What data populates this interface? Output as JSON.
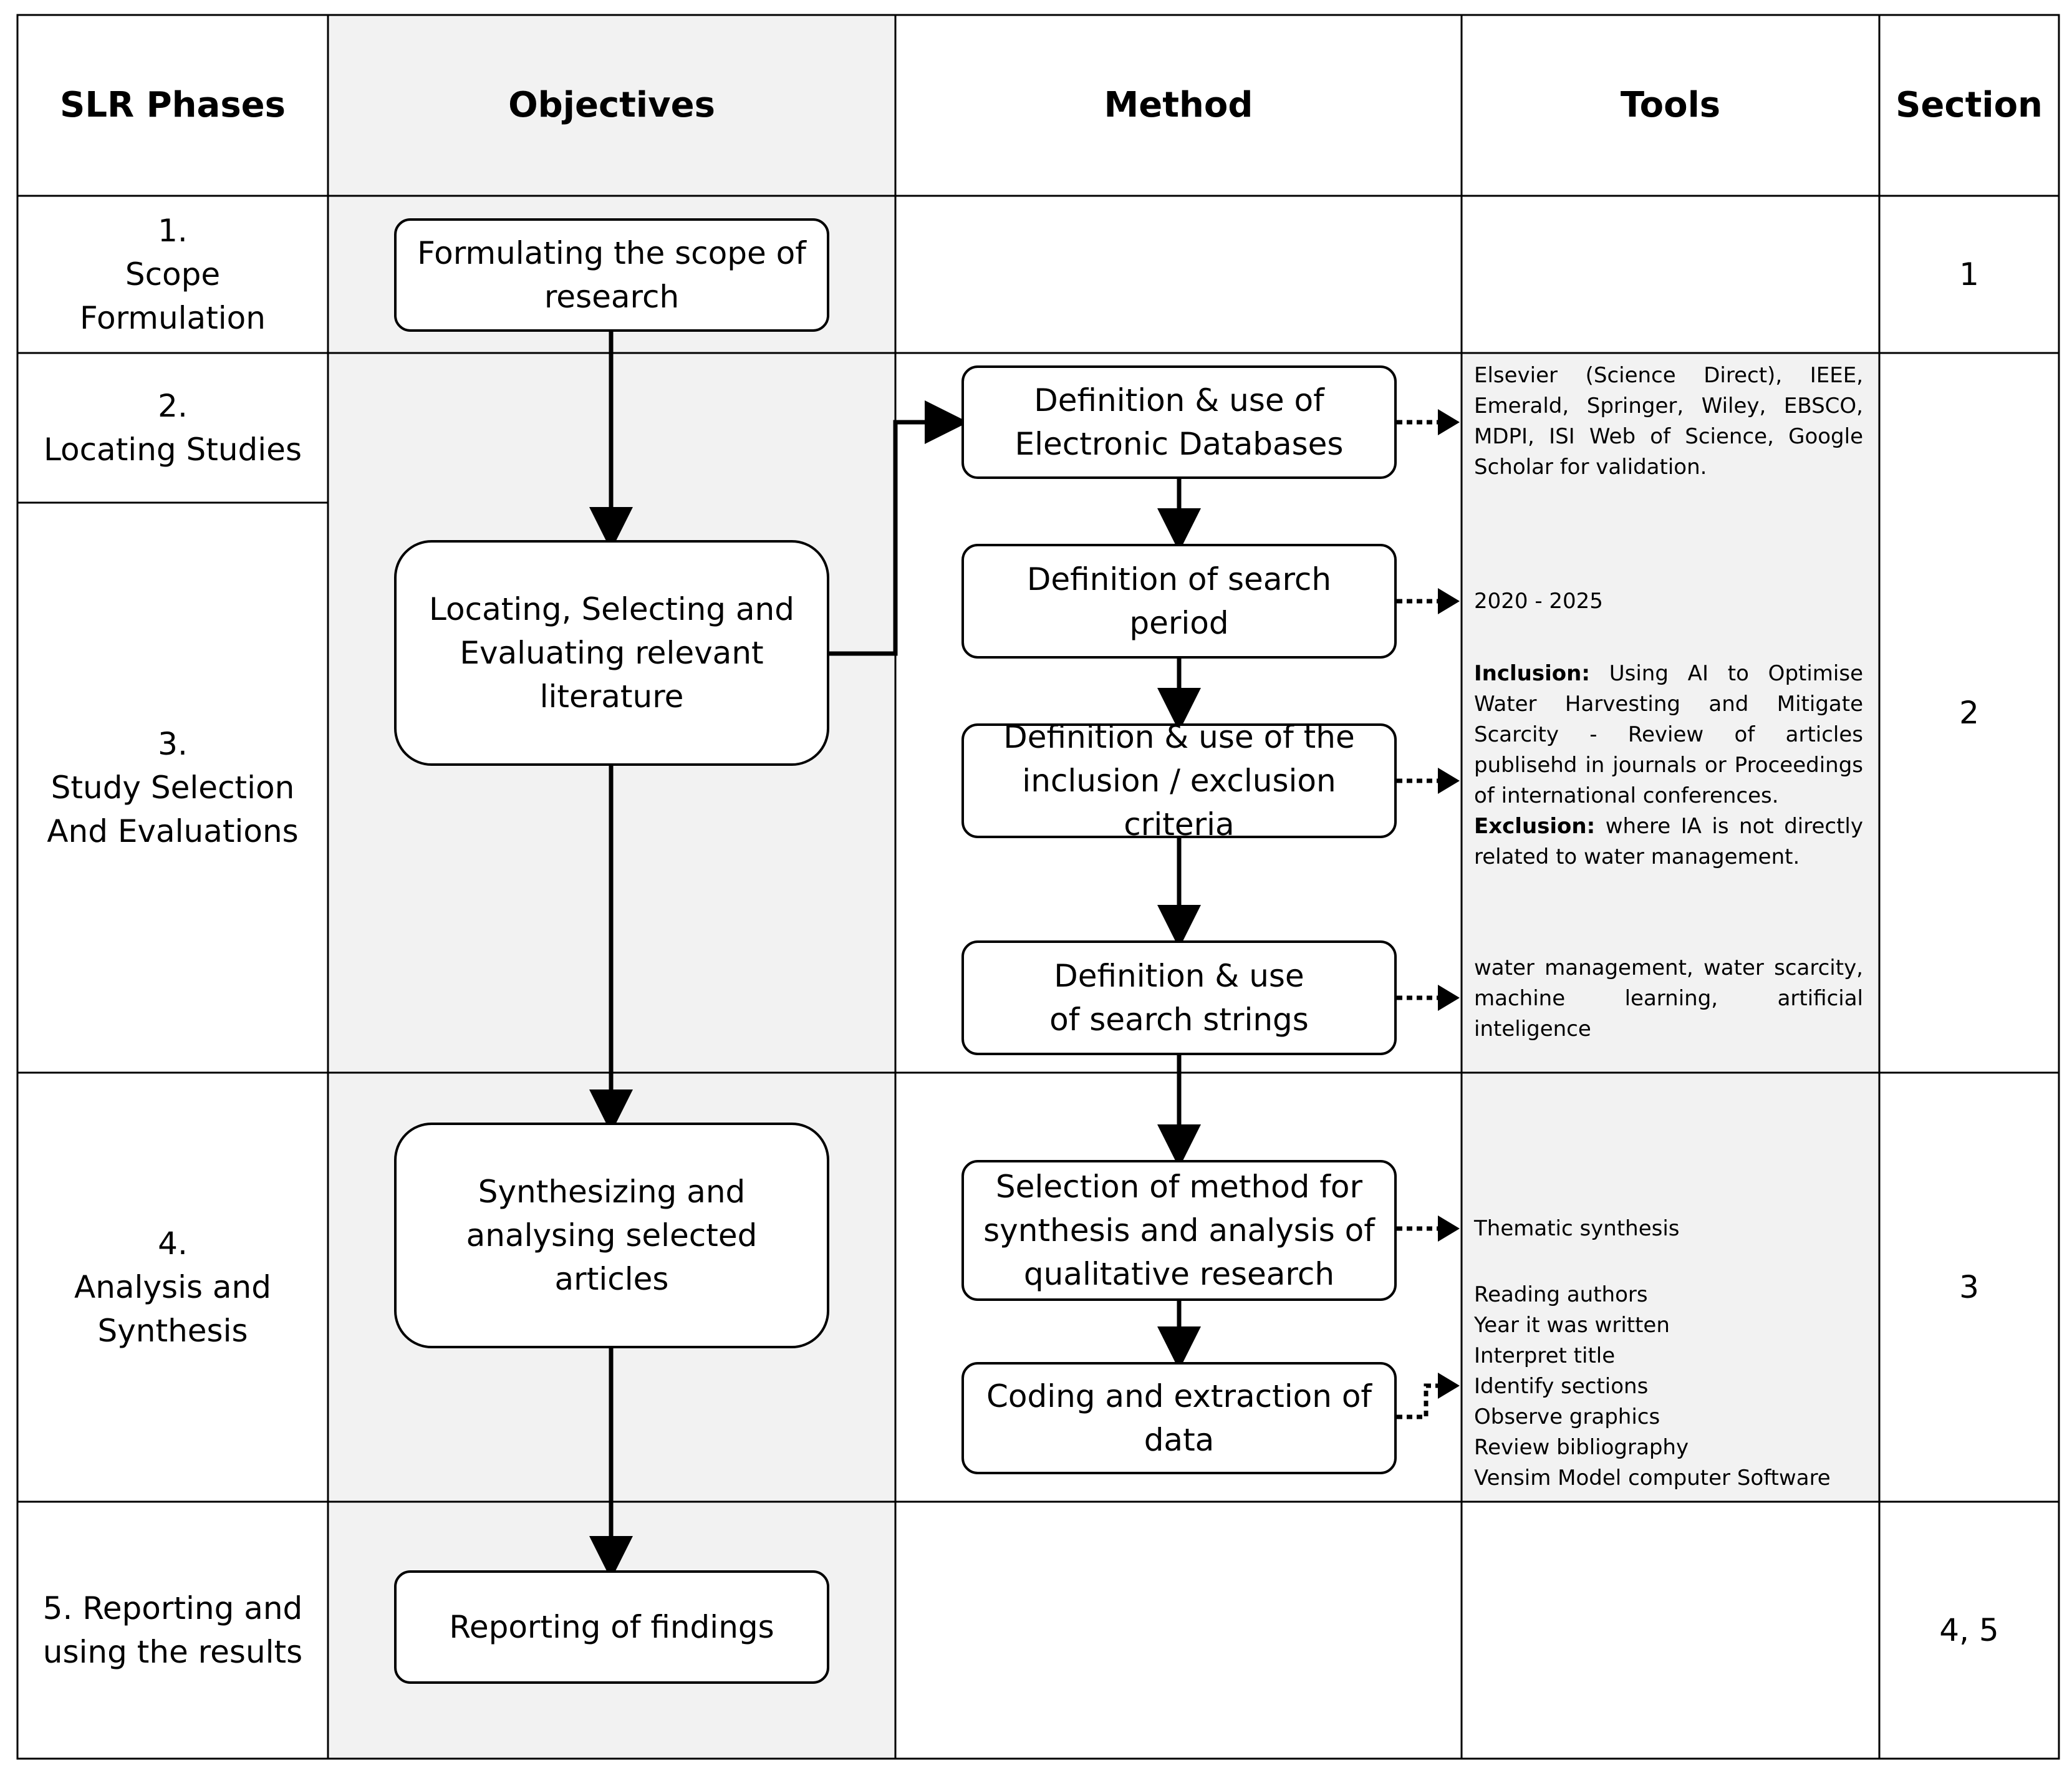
{
  "headers": {
    "phases": "SLR Phases",
    "objectives": "Objectives",
    "method": "Method",
    "tools": "Tools",
    "section": "Section"
  },
  "phases": [
    "1.\nScope\nFormulation",
    "2.\nLocating Studies",
    "3.\nStudy Selection\nAnd Evaluations",
    "4.\nAnalysis and\nSynthesis",
    "5. Reporting and\nusing the results"
  ],
  "objectives": {
    "scope": "Formulating the scope of research",
    "locating": "Locating, Selecting and Evaluating relevant literature",
    "synthesizing": "Synthesizing and analysing selected articles",
    "reporting": "Reporting of findings"
  },
  "methods": {
    "databases": "Definition & use of Electronic Databases",
    "period": "Definition of search period",
    "criteria": "Definition & use of the inclusion / exclusion criteria",
    "strings": "Definition & use of search strings",
    "synthesis_method": "Selection of method for synthesis and analysis of qualitative research",
    "coding": "Coding and extraction of data"
  },
  "tools": {
    "databases": "Elsevier (Science Direct), IEEE, Emerald, Springer, Wiley, EBSCO, MDPI, ISI Web of Science, Google Scholar for validation.",
    "period": "2020 - 2025",
    "inclusion_label": "Inclusion:",
    "inclusion_text": "Using AI to Optimise Water Harvesting and Mitigate Scarcity - Review of articles publisehd in journals or Proceedings of international conferences.",
    "exclusion_label": "Exclusion:",
    "exclusion_text": "where IA is not directly related to water management.",
    "strings": "water management, water scarcity, machine learning, artificial inteligence",
    "synthesis": "Thematic synthesis",
    "coding_steps": [
      "Reading authors",
      "Year it was written",
      "Interpret title",
      "Identify sections",
      "Observe graphics",
      "Review bibliography",
      "Vensim Model computer Software"
    ]
  },
  "sections": [
    "1",
    "2",
    "3",
    "4, 5"
  ],
  "colors": {
    "shade": "#f2f2f2",
    "line": "#000000",
    "background": "#ffffff"
  }
}
